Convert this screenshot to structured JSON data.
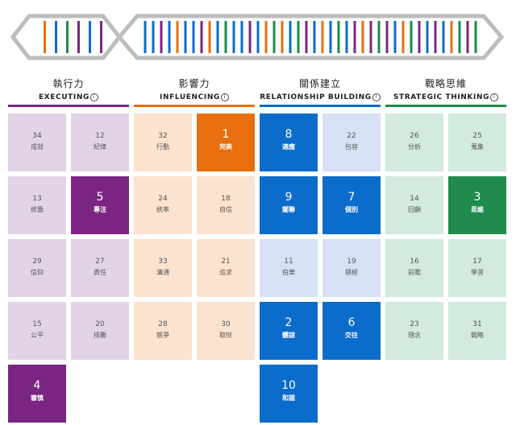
{
  "categories": [
    {
      "id": "executing",
      "cn": "執行力",
      "en": "EXECUTING",
      "color": "#7B2583",
      "light": "#E3D3E9",
      "dark_text": "#555555"
    },
    {
      "id": "influencing",
      "cn": "影響力",
      "en": "INFLUENCING",
      "color": "#E86F0F",
      "light": "#FCE3CF",
      "dark_text": "#555555"
    },
    {
      "id": "relationship",
      "cn": "關係建立",
      "en": "RELATIONSHIP BUILDING",
      "color": "#0B6CCB",
      "light": "#D6E2F3",
      "dark_text": "#555555"
    },
    {
      "id": "strategic",
      "cn": "戰略思維",
      "en": "STRATEGIC THINKING",
      "color": "#1F8A4C",
      "light": "#D3EADF",
      "dark_text": "#555555"
    }
  ],
  "info_glyph": "i",
  "dna": {
    "left_strand": [
      "orange",
      "blue",
      "green",
      "purple",
      "blue",
      "purple"
    ],
    "right_strand": [
      "blue",
      "blue",
      "purple",
      "blue",
      "orange",
      "blue",
      "blue",
      "purple",
      "orange",
      "blue",
      "green",
      "blue",
      "blue",
      "purple",
      "blue",
      "orange",
      "green",
      "orange",
      "blue",
      "green",
      "purple",
      "blue",
      "orange",
      "blue",
      "green",
      "blue",
      "purple",
      "orange",
      "purple",
      "green",
      "purple",
      "blue",
      "orange",
      "green",
      "purple",
      "blue",
      "purple",
      "blue",
      "orange",
      "green",
      "purple",
      "green"
    ],
    "colors": {
      "orange": "#E86F0F",
      "blue": "#0B6CCB",
      "green": "#1F8A4C",
      "purple": "#7B2583",
      "outline": "#BDBDBD"
    }
  },
  "tiles": [
    [
      {
        "rank": "34",
        "name": "成就",
        "top": false
      },
      {
        "rank": "12",
        "name": "紀律",
        "top": false
      },
      {
        "rank": "13",
        "name": "統籌",
        "top": false
      },
      {
        "rank": "5",
        "name": "專注",
        "top": true
      },
      {
        "rank": "29",
        "name": "信仰",
        "top": false
      },
      {
        "rank": "27",
        "name": "責任",
        "top": false
      },
      {
        "rank": "15",
        "name": "公平",
        "top": false
      },
      {
        "rank": "20",
        "name": "排難",
        "top": false
      },
      {
        "rank": "4",
        "name": "審慎",
        "top": true
      }
    ],
    [
      {
        "rank": "32",
        "name": "行動",
        "top": false
      },
      {
        "rank": "1",
        "name": "完美",
        "top": true
      },
      {
        "rank": "24",
        "name": "統率",
        "top": false
      },
      {
        "rank": "18",
        "name": "自信",
        "top": false
      },
      {
        "rank": "33",
        "name": "溝通",
        "top": false
      },
      {
        "rank": "21",
        "name": "追求",
        "top": false
      },
      {
        "rank": "28",
        "name": "競爭",
        "top": false
      },
      {
        "rank": "30",
        "name": "取悅",
        "top": false
      }
    ],
    [
      {
        "rank": "8",
        "name": "適應",
        "top": true
      },
      {
        "rank": "22",
        "name": "包容",
        "top": false
      },
      {
        "rank": "9",
        "name": "關聯",
        "top": true
      },
      {
        "rank": "7",
        "name": "個別",
        "top": true
      },
      {
        "rank": "11",
        "name": "伯樂",
        "top": false
      },
      {
        "rank": "19",
        "name": "積極",
        "top": false
      },
      {
        "rank": "2",
        "name": "體諒",
        "top": true
      },
      {
        "rank": "6",
        "name": "交往",
        "top": true
      },
      {
        "rank": "10",
        "name": "和諧",
        "top": true
      }
    ],
    [
      {
        "rank": "26",
        "name": "分析",
        "top": false
      },
      {
        "rank": "25",
        "name": "蒐集",
        "top": false
      },
      {
        "rank": "14",
        "name": "回顧",
        "top": false
      },
      {
        "rank": "3",
        "name": "思維",
        "top": true
      },
      {
        "rank": "16",
        "name": "前瞻",
        "top": false
      },
      {
        "rank": "17",
        "name": "學習",
        "top": false
      },
      {
        "rank": "23",
        "name": "理念",
        "top": false
      },
      {
        "rank": "31",
        "name": "戰略",
        "top": false
      }
    ]
  ]
}
